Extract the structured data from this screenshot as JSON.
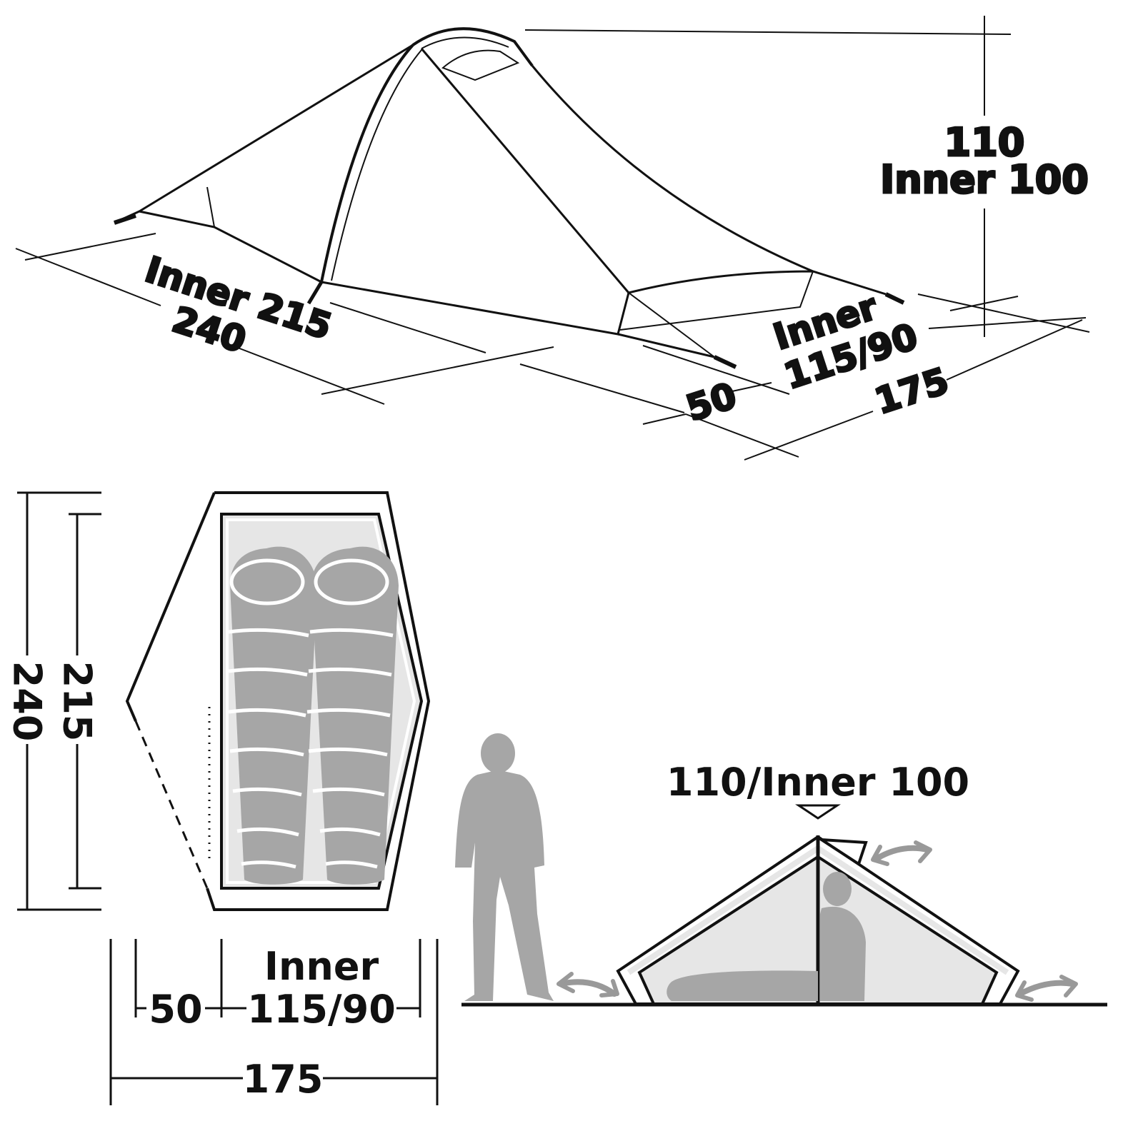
{
  "colors": {
    "line": "#111111",
    "fill_light": "#e6e6e6",
    "fill_figure": "#a6a6a6",
    "arrow": "#999999",
    "background": "#ffffff"
  },
  "perspective_view": {
    "height_total": "110",
    "height_inner": "Inner 100",
    "length_inner": "Inner 215",
    "length_total": "240",
    "vestibule": "50",
    "width_inner": "Inner",
    "width_inner_values": "115/90",
    "width_total": "175"
  },
  "floor_plan": {
    "length_total": "240",
    "length_inner": "215",
    "vestibule": "50",
    "width_inner": "Inner",
    "width_inner_values": "115/90",
    "width_total": "175"
  },
  "side_view": {
    "height_label": "110/Inner 100",
    "icons": [
      "standing-person-icon",
      "sitting-person-icon",
      "sleeping-bag-icon",
      "ventilation-arrow-icon"
    ]
  }
}
